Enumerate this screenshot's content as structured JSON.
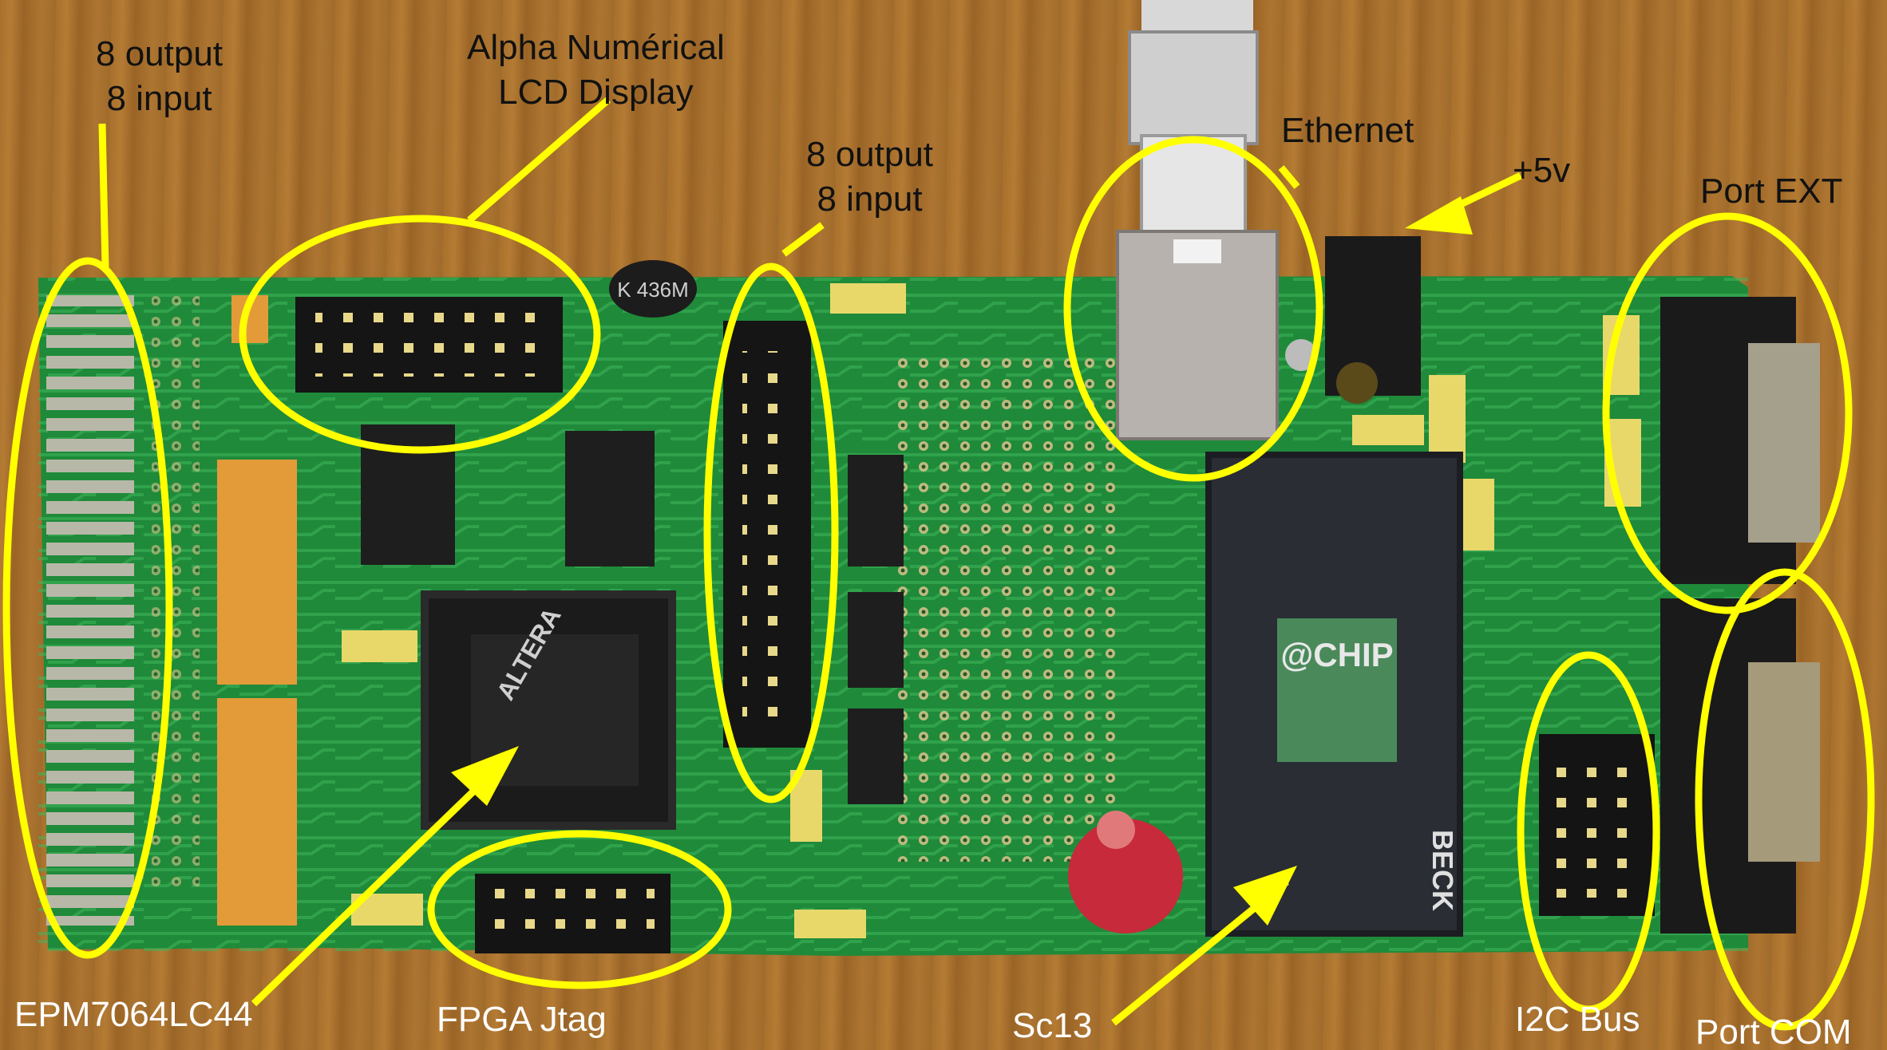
{
  "image": {
    "description_role": "annotated photo of a circuit board",
    "annotation_color": "#ffff00"
  },
  "labels": {
    "io_top_left": {
      "line1": "8 output",
      "line2": "8 input"
    },
    "lcd": {
      "line1": "Alpha Numérical",
      "line2": "LCD Display"
    },
    "io_center": {
      "line1": "8 output",
      "line2": "8 input"
    },
    "ethernet": "Ethernet",
    "power": "+5v",
    "port_ext": "Port EXT",
    "epm": "EPM7064LC44",
    "fpga_jtag": "FPGA Jtag",
    "sc13": "Sc13",
    "i2c_bus": "I2C Bus",
    "port_com": "Port COM"
  },
  "chips": {
    "module_brand": "@CHIP",
    "module_maker": "BECK",
    "cpld_brand": "ALTERA",
    "capacitor": "K 436M"
  },
  "colors": {
    "pcb": "#1f8a3a",
    "pcb_trace": "#3fb65a",
    "wood": "#a8702c",
    "highlight": "#ffff00"
  }
}
